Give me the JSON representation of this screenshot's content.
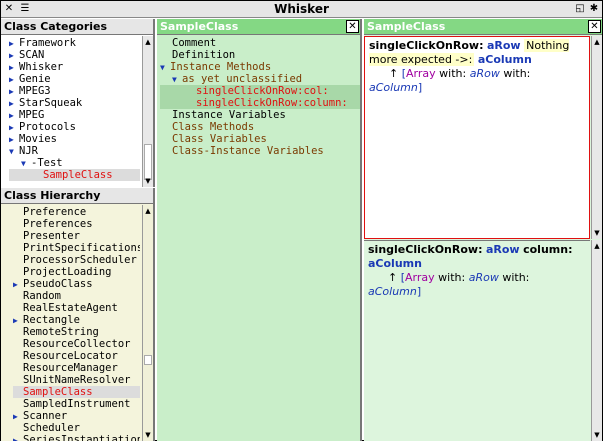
{
  "window": {
    "title": "Whisker"
  },
  "class_categories": {
    "header": "Class Categories",
    "items": [
      {
        "label": "Framework",
        "tri": "right"
      },
      {
        "label": "SCAN",
        "tri": "right"
      },
      {
        "label": "Whisker",
        "tri": "right"
      },
      {
        "label": "Genie",
        "tri": "right"
      },
      {
        "label": "MPEG3",
        "tri": "right"
      },
      {
        "label": "StarSqueak",
        "tri": "right"
      },
      {
        "label": "MPEG",
        "tri": "right"
      },
      {
        "label": "Protocols",
        "tri": "right"
      },
      {
        "label": "Movies",
        "tri": "right"
      },
      {
        "label": "NJR",
        "tri": "down"
      },
      {
        "label": "-Test",
        "tri": "down"
      },
      {
        "label": "SampleClass",
        "tri": ""
      }
    ]
  },
  "class_hierarchy": {
    "header": "Class Hierarchy",
    "items": [
      {
        "label": "Preference",
        "tri": ""
      },
      {
        "label": "Preferences",
        "tri": ""
      },
      {
        "label": "Presenter",
        "tri": ""
      },
      {
        "label": "PrintSpecifications",
        "tri": ""
      },
      {
        "label": "ProcessorScheduler",
        "tri": ""
      },
      {
        "label": "ProjectLoading",
        "tri": ""
      },
      {
        "label": "PseudoClass",
        "tri": "right"
      },
      {
        "label": "Random",
        "tri": ""
      },
      {
        "label": "RealEstateAgent",
        "tri": ""
      },
      {
        "label": "Rectangle",
        "tri": "right"
      },
      {
        "label": "RemoteString",
        "tri": ""
      },
      {
        "label": "ResourceCollector",
        "tri": ""
      },
      {
        "label": "ResourceLocator",
        "tri": ""
      },
      {
        "label": "ResourceManager",
        "tri": ""
      },
      {
        "label": "SUnitNameResolver",
        "tri": ""
      },
      {
        "label": "SampleClass",
        "tri": ""
      },
      {
        "label": "SampledInstrument",
        "tri": ""
      },
      {
        "label": "Scanner",
        "tri": "right"
      },
      {
        "label": "Scheduler",
        "tri": ""
      },
      {
        "label": "SeriesInstantiation",
        "tri": "right"
      }
    ]
  },
  "class_pane": {
    "header": "SampleClass",
    "items": [
      {
        "label": "Comment",
        "indent": 0,
        "tri": ""
      },
      {
        "label": "Definition",
        "indent": 0,
        "tri": ""
      },
      {
        "label": "Instance Methods",
        "indent": 0,
        "tri": "down"
      },
      {
        "label": "as yet unclassified",
        "indent": 1,
        "tri": "down"
      },
      {
        "label": "singleClickOnRow:col:",
        "indent": 2,
        "tri": ""
      },
      {
        "label": "singleClickOnRow:column:",
        "indent": 2,
        "tri": ""
      },
      {
        "label": "Instance Variables",
        "indent": 0,
        "tri": ""
      },
      {
        "label": "Class Methods",
        "indent": 0,
        "tri": ""
      },
      {
        "label": "Class Variables",
        "indent": 0,
        "tri": ""
      },
      {
        "label": "Class-Instance Variables",
        "indent": 0,
        "tri": ""
      }
    ]
  },
  "code_pane": {
    "header": "SampleClass",
    "method1": {
      "selector": "singleClickOnRow:",
      "arg1": "aRow",
      "error": "Nothing more expected ->:",
      "arg2": "aColumn",
      "caret": "↑",
      "open": "[",
      "cls": "Array",
      "with1": "with:",
      "v1": "aRow",
      "with2": "with:",
      "v2": "aColumn",
      "close": "]"
    },
    "method2": {
      "sel1": "singleClickOnRow:",
      "arg1": "aRow",
      "sel2": "column:",
      "arg2": "aColumn",
      "caret": "↑",
      "open": "[",
      "cls": "Array",
      "with1": "with:",
      "v1": "aRow",
      "with2": "with:",
      "v2": "aColumn",
      "close": "]"
    }
  },
  "colors": {
    "categories_header": "#e6e6e6",
    "hierarchy_bg": "#f4f4dc",
    "class_pane_bg": "#c9eec9",
    "class_pane_header": "#84d884",
    "code_bg": "#ddf5dd",
    "selection_red": "#e01010"
  }
}
